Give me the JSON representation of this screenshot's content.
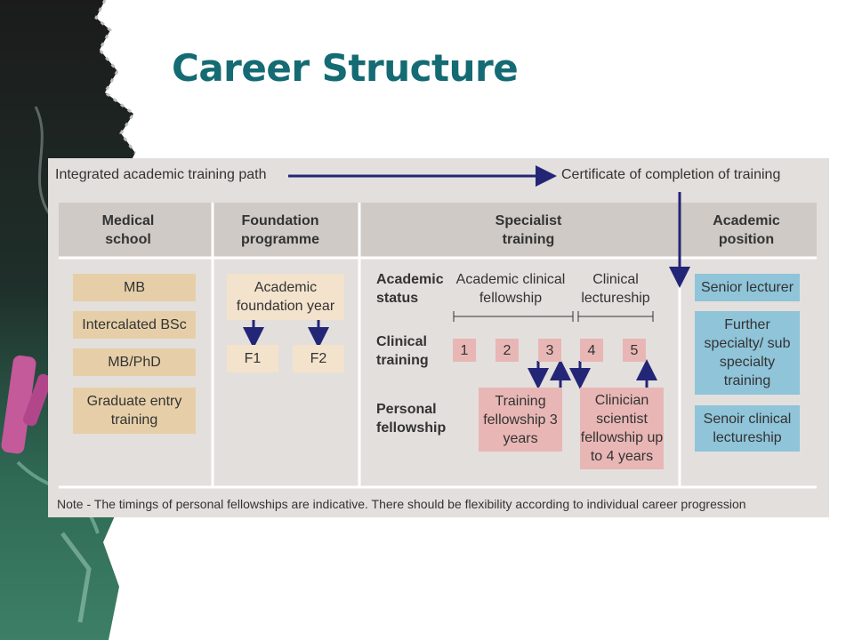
{
  "title": "Career Structure",
  "colors": {
    "title": "#146b73",
    "panel": "#e3dfdc",
    "header": "#cfcac6",
    "arrow": "#232577",
    "tan": "#e6cfa8",
    "light_tan": "#f3e3cc",
    "pink": "#e8b7b5",
    "blue": "#8fc4d9"
  },
  "diagram": {
    "path_label": "Integrated academic training path",
    "certificate_label": "Certificate of completion of training",
    "columns": {
      "medical_school": "Medical school",
      "foundation": "Foundation programme",
      "specialist": "Specialist training",
      "academic_position": "Academic position"
    },
    "medical_school_items": [
      "MB",
      "Intercalated BSc",
      "MB/PhD",
      "Graduate entry training"
    ],
    "foundation": {
      "academic_year": "Academic foundation year",
      "f1": "F1",
      "f2": "F2"
    },
    "row_labels": {
      "academic_status": "Academic status",
      "clinical_training": "Clinical training",
      "personal_fellowship": "Personal fellowship"
    },
    "academic_status": {
      "clinical_fellowship": "Academic clinical fellowship",
      "clinical_lectureship": "Clinical lectureship"
    },
    "training_years": [
      "1",
      "2",
      "3",
      "4",
      "5"
    ],
    "personal_fellowships": {
      "training": "Training fellowship 3 years",
      "clinician": "Clinician scientist fellowship up to 4 years"
    },
    "academic_positions": [
      "Senior lecturer",
      "Further specialty/ sub specialty training",
      "Senoir clinical lectureship"
    ],
    "note": "Note - The timings of personal fellowships are indicative. There should be flexibility according to individual career progression"
  }
}
